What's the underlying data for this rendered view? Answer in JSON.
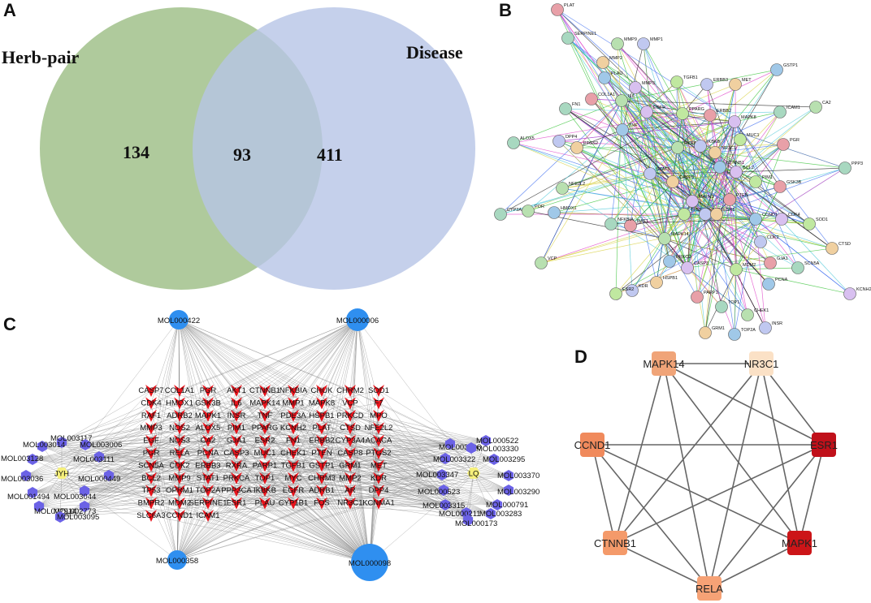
{
  "panels": {
    "a": "A",
    "b": "B",
    "c": "C",
    "d": "D"
  },
  "venn": {
    "left_label": "Herb-pair",
    "right_label": "Disease",
    "left_only": "134",
    "intersection": "93",
    "right_only": "411",
    "left_color": "#a6c491",
    "right_color": "#b7c4e6"
  },
  "ppi": {
    "nodes": [
      "PLAT",
      "SERPINE1",
      "MMP9",
      "MMP1",
      "MMP2",
      "PLAU",
      "MMP3",
      "TGFB1",
      "COL1A1",
      "FN1",
      "IL6",
      "ERBB3",
      "MET",
      "GSTP1",
      "EGFR",
      "PPARG",
      "ERBB2",
      "ICAM1",
      "CA2",
      "DPP4",
      "PTGS2",
      "TNF",
      "MAPK8",
      "MUC1",
      "PGR",
      "ALOX5",
      "RXRA",
      "IKBKB",
      "NR3C1",
      "CTNNB1",
      "BCL2",
      "PIM1",
      "GSK3B",
      "PPP3",
      "NFE2L2",
      "STAT3",
      "CASP8",
      "HMOX1",
      "MAPK1",
      "TP53",
      "PTEN",
      "CYP3A4",
      "POR",
      "AKT1",
      "ESR1",
      "CCND1",
      "CDK4",
      "SOD1",
      "RAF1",
      "NFKBIA",
      "MAPK14",
      "CDK2",
      "CTSD",
      "PRKCD",
      "CASP3",
      "MDM2",
      "GJA1",
      "SCN5A",
      "VCP",
      "KDR",
      "HSPB1",
      "PCNA",
      "KCNH2",
      "ESR2",
      "PARP1",
      "TOP1",
      "CHEK1",
      "INSR",
      "GRM1",
      "TOP2A"
    ],
    "colors": [
      "#e8a0a8",
      "#a8d8c0",
      "#b8e0b0",
      "#c0c8f0",
      "#f0d0a0",
      "#a0c8e8",
      "#d8c0f0",
      "#c0e8a0"
    ]
  },
  "network": {
    "herbs": [
      "JYH",
      "LQ"
    ],
    "hubs": [
      "MOL000422",
      "MOL000006",
      "MOL000358",
      "MOL000098"
    ],
    "left_compounds": [
      "MOL003117",
      "MOL003014",
      "MOL003006",
      "MOL003128",
      "MOL003111",
      "MOL003036",
      "MOL000449",
      "MOL001494",
      "MOL003044",
      "MOL002914",
      "MOL002773",
      "MOL003095"
    ],
    "right_compounds": [
      "MOL003308",
      "MOL000522",
      "MOL003330",
      "MOL003322",
      "MOL003295",
      "MOL003347",
      "MOL003370",
      "MOL000523",
      "MOL003290",
      "MOL003315",
      "MOL000791",
      "MOL000211",
      "MOL003283",
      "MOL000173"
    ],
    "targets": [
      [
        "CASP7",
        "COL1A1",
        "PGR",
        "AKT1",
        "CTNNB1",
        "NFKBIA",
        "CHUK",
        "CHRM2",
        "SOD1"
      ],
      [
        "CDK4",
        "HMOX1",
        "GSK3B",
        "IL6",
        "MAPK14",
        "MMP1",
        "MAPK8",
        "VCP",
        "F7"
      ],
      [
        "RAF1",
        "ADRB2",
        "MAPK1",
        "INSR",
        "TNF",
        "PDE3A",
        "HSPB1",
        "PRKCD",
        "MPO"
      ],
      [
        "MMP3",
        "NOS2",
        "ALOX5",
        "PIM1",
        "PPARG",
        "KCNH2",
        "PLAT",
        "CTSD",
        "NFE2L2"
      ],
      [
        "EGF",
        "NOS3",
        "CA2",
        "GJA1",
        "ESR2",
        "FN1",
        "ERBB2",
        "CYP3A4",
        "ACACA"
      ],
      [
        "PGR",
        "RELA",
        "PCNA",
        "CASP3",
        "MUC1",
        "CHEK1",
        "PTEN",
        "CASP8",
        "PTGS2"
      ],
      [
        "SCN5A",
        "CDK2",
        "ERBB3",
        "RXRA",
        "PARP1",
        "TGFB1",
        "GSTP1",
        "GRM1",
        "MET"
      ],
      [
        "BCL2",
        "MMP9",
        "STAT1",
        "PRKCA",
        "TOP1",
        "MYC",
        "CHRM3",
        "MMP2",
        "KDR"
      ],
      [
        "TP53",
        "OPRM1",
        "TOP2A",
        "PPP3CA",
        "IKBKB",
        "EGFR",
        "ADRB1",
        "AR",
        "DPP4"
      ],
      [
        "BMPR2",
        "MDM2",
        "SERPINE1",
        "ESR1",
        "PLAU",
        "CYP1B1",
        "FOS",
        "NR3C1",
        "KCNMA1"
      ],
      [
        "SLC6A3",
        "CCND1",
        "ICAM1"
      ]
    ],
    "colors": {
      "herb": "#f6f07a",
      "compound": "#6b62e6",
      "hub": "#2f8ff0",
      "target": "#e8141c",
      "edge": "#7a7a7a"
    }
  },
  "hub_network": {
    "nodes": [
      {
        "name": "MAPK14",
        "color": "#f0a478"
      },
      {
        "name": "NR3C1",
        "color": "#fbe1c6"
      },
      {
        "name": "CCND1",
        "color": "#f08a5c"
      },
      {
        "name": "ESR1",
        "color": "#c0101a"
      },
      {
        "name": "CTNNB1",
        "color": "#f49a6a"
      },
      {
        "name": "MAPK1",
        "color": "#cc1518"
      },
      {
        "name": "RELA",
        "color": "#f6a276"
      }
    ],
    "edge_color": "#666666"
  }
}
